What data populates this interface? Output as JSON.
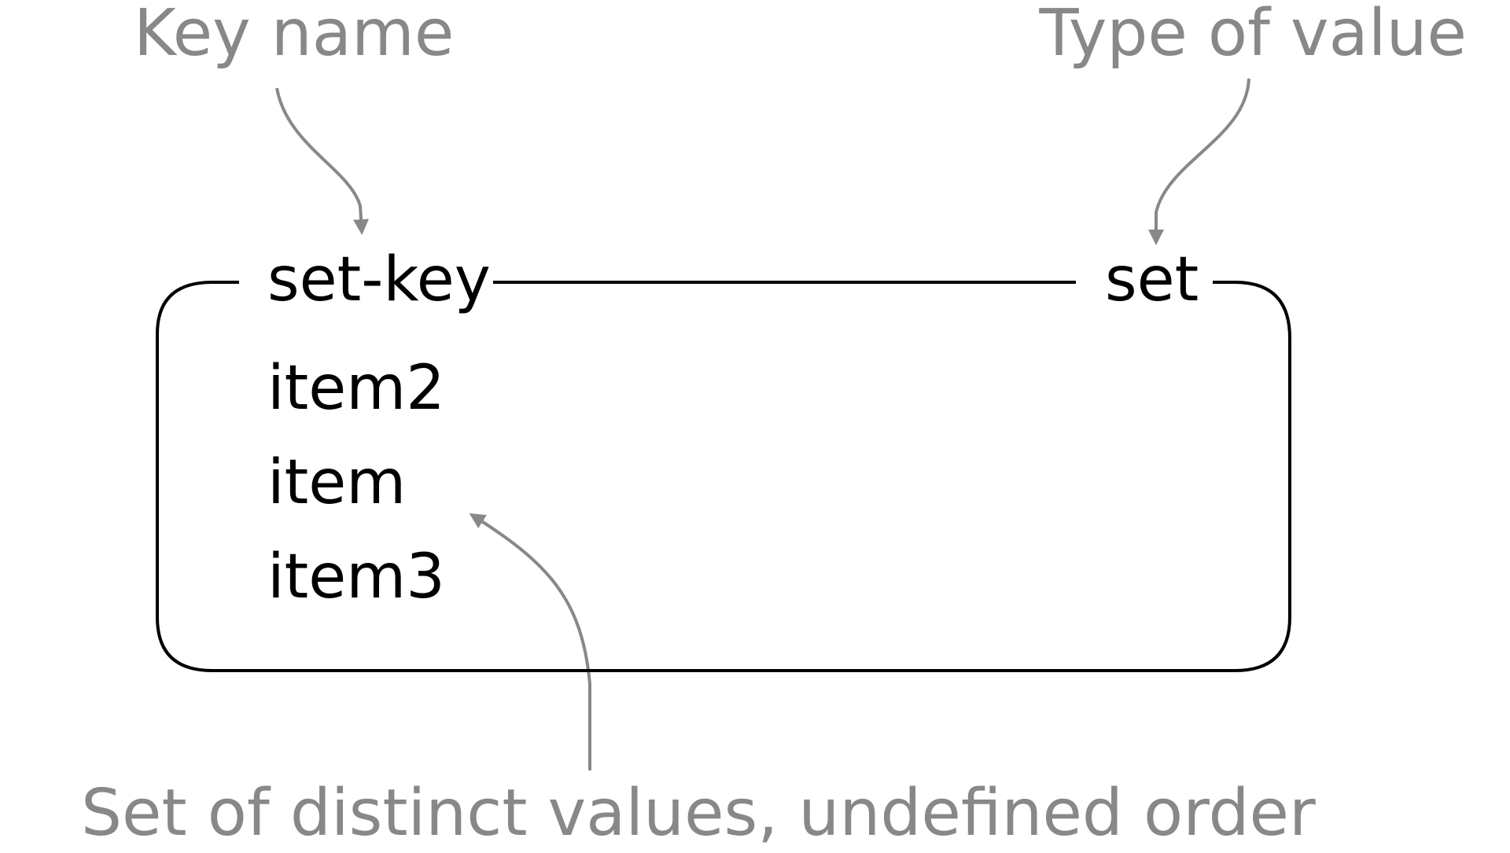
{
  "annotations": {
    "key_name": "Key name",
    "type_of_value": "Type of value",
    "set_description": "Set of distinct values, undefined order"
  },
  "box": {
    "key": "set-key",
    "type": "set",
    "items": [
      "item2",
      "item",
      "item3"
    ]
  },
  "colors": {
    "annotation": "#888888",
    "content": "#000000",
    "background": "#ffffff"
  }
}
